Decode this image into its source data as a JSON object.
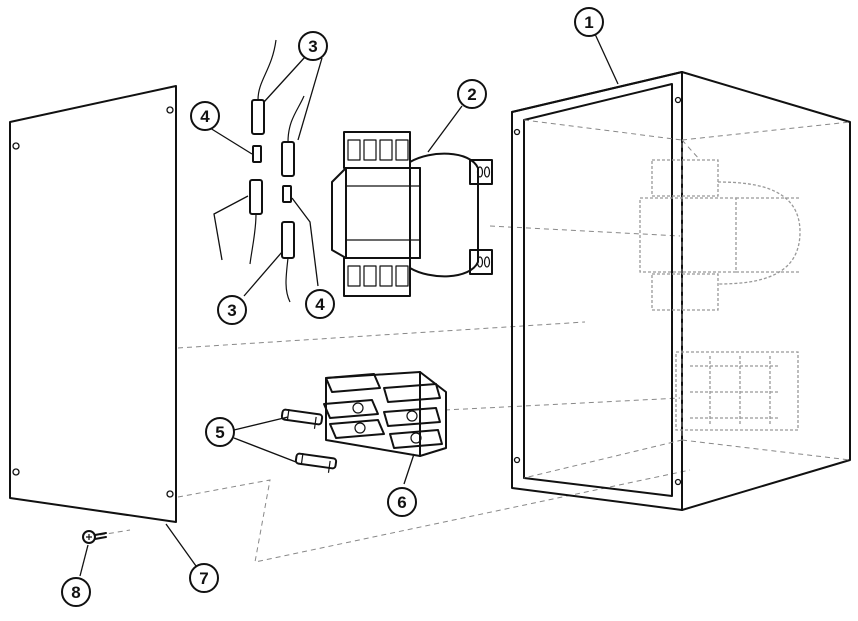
{
  "callouts": {
    "c1": "1",
    "c2": "2",
    "c3a": "3",
    "c3b": "3",
    "c4a": "4",
    "c4b": "4",
    "c5": "5",
    "c6": "6",
    "c7": "7",
    "c8": "8"
  },
  "parts": [
    {
      "id": "enclosure",
      "callout": "1"
    },
    {
      "id": "transformer",
      "callout": "2"
    },
    {
      "id": "fuse-wire-lead",
      "callout": "3"
    },
    {
      "id": "fuse",
      "callout": "4"
    },
    {
      "id": "cartridge-fuse",
      "callout": "5"
    },
    {
      "id": "fuse-block",
      "callout": "6"
    },
    {
      "id": "cover-panel",
      "callout": "7"
    },
    {
      "id": "screw",
      "callout": "8"
    }
  ]
}
